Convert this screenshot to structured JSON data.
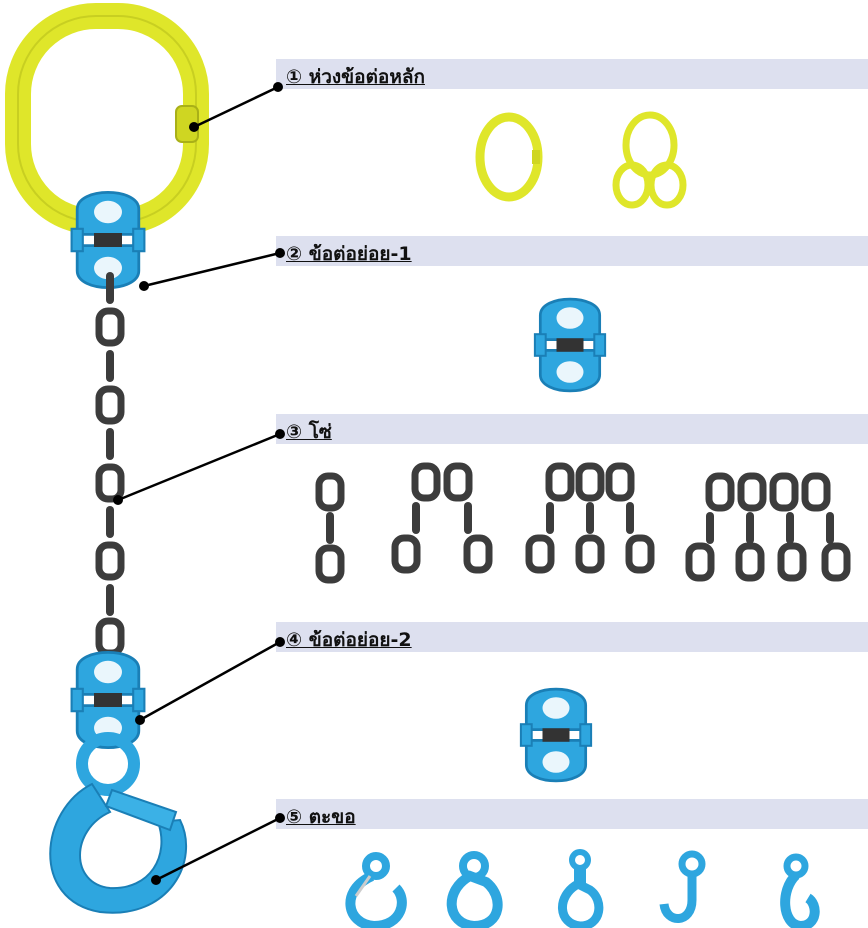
{
  "sections": [
    {
      "id": "master-link",
      "label": "① ห่วงข้อต่อหลัก"
    },
    {
      "id": "connector-1",
      "label": "② ข้อต่อย่อย-1"
    },
    {
      "id": "chain",
      "label": "③ โซ่"
    },
    {
      "id": "connector-2",
      "label": "④ ข้อต่อย่อย-2"
    },
    {
      "id": "hook",
      "label": "⑤ ตะขอ"
    }
  ],
  "colors": {
    "master_link": "#dfe62a",
    "master_link_dark": "#b9c01c",
    "fitting_blue": "#2ea6df",
    "fitting_blue_dark": "#1a7fb6",
    "chain_gray": "#3c3c3c",
    "band": "#dde0ef",
    "leader": "#000000"
  },
  "icons": {
    "master-link": [
      "single-master-link-icon",
      "master-link-assembly-icon"
    ],
    "connector-1": [
      "connecting-link-icon"
    ],
    "chain": [
      "chain-1-leg-icon",
      "chain-2-leg-icon",
      "chain-3-leg-icon",
      "chain-4-leg-icon"
    ],
    "connector-2": [
      "connecting-link-icon"
    ],
    "hook": [
      "clevis-hook-with-latch-icon",
      "self-locking-eye-hook-icon",
      "swivel-self-locking-hook-icon",
      "eye-hook-icon",
      "grab-hook-icon"
    ]
  }
}
